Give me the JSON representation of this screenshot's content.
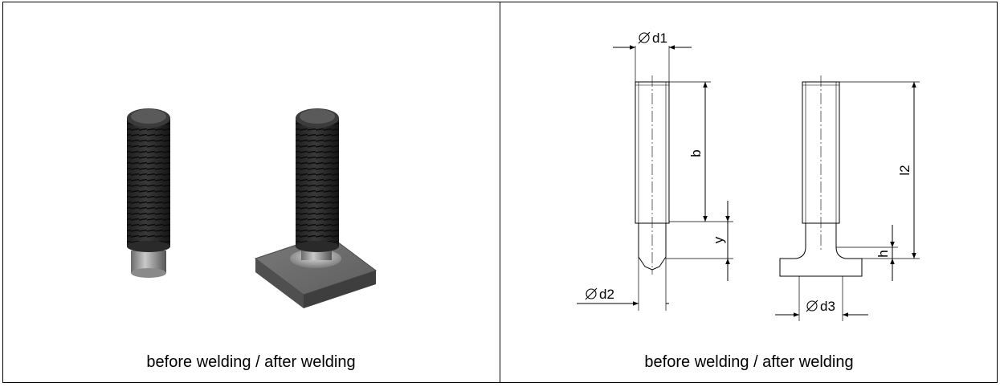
{
  "left_panel": {
    "caption": "before welding / after welding",
    "illustration": "stud-3d-render"
  },
  "right_panel": {
    "caption": "before welding / after welding",
    "dimensions": {
      "d1": "d1",
      "d2": "d2",
      "d3": "d3",
      "b": "b",
      "y": "y",
      "l2": "l2",
      "h": "h"
    }
  },
  "colors": {
    "line": "#000000",
    "metal_dark": "#2e2e2e",
    "metal_light": "#9a9a9a",
    "plate": "#6f6f6f"
  }
}
